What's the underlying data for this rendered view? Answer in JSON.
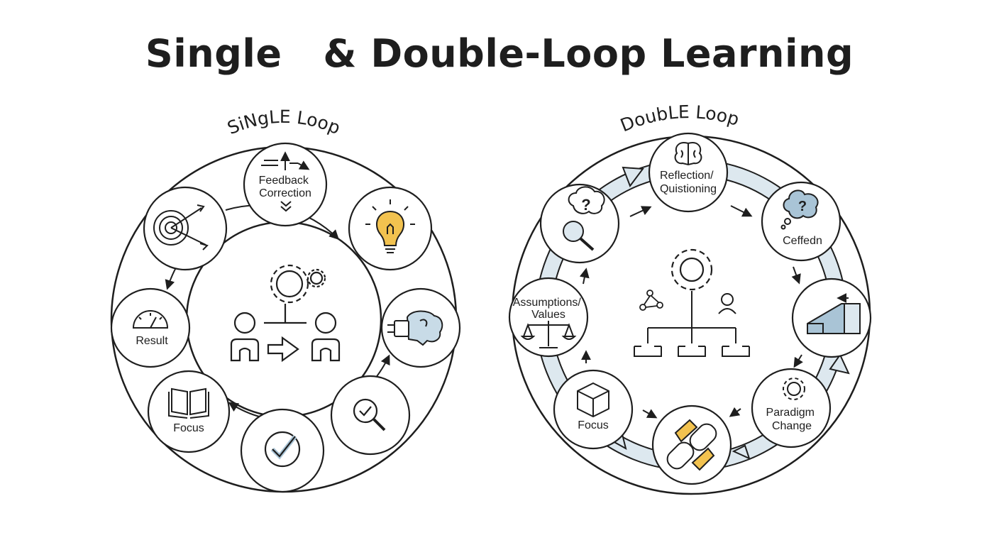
{
  "title": "Single   & Double-Loop Learning",
  "single_loop": {
    "heading": "SiNgLE Loop",
    "nodes": [
      {
        "icon": "feedback-arrows-icon",
        "lines": [
          "Feedback",
          "Correction"
        ]
      },
      {
        "icon": "lightbulb-icon",
        "lines": []
      },
      {
        "icon": "brain-plug-icon",
        "lines": []
      },
      {
        "icon": "magnifier-check-icon",
        "lines": []
      },
      {
        "icon": "checkmark-icon",
        "lines": []
      },
      {
        "icon": "book-icon",
        "lines": [
          "Focus"
        ]
      },
      {
        "icon": "gauge-icon",
        "lines": [
          "Result"
        ]
      },
      {
        "icon": "target-icon",
        "lines": []
      }
    ],
    "center_icons": [
      "gears-icon",
      "person-to-person-icon"
    ]
  },
  "double_loop": {
    "heading": "DoubLE Loop",
    "nodes": [
      {
        "icon": "brain-icon",
        "lines": [
          "Reflection/",
          "Quistioning"
        ]
      },
      {
        "icon": "thought-question-icon",
        "lines": [
          "Ceffedn"
        ]
      },
      {
        "icon": "ramp-icon",
        "lines": []
      },
      {
        "icon": "gear-icon",
        "lines": [
          "Paradigm",
          "Change"
        ]
      },
      {
        "icon": "chain-link-icon",
        "lines": []
      },
      {
        "icon": "cube-icon",
        "lines": [
          "Focus"
        ]
      },
      {
        "icon": "scales-icon",
        "lines": [
          "Assumptions/",
          "Values"
        ]
      },
      {
        "icon": "question-magnifier-icon",
        "lines": []
      }
    ],
    "center_icons": [
      "gear-icon",
      "network-icon",
      "person-icon",
      "org-chart-icon"
    ]
  },
  "colors": {
    "ink": "#1e1e1e",
    "accent_yellow": "#f2c24f",
    "accent_blue": "#a9c4d6",
    "band_fill": "#dde8ef"
  }
}
